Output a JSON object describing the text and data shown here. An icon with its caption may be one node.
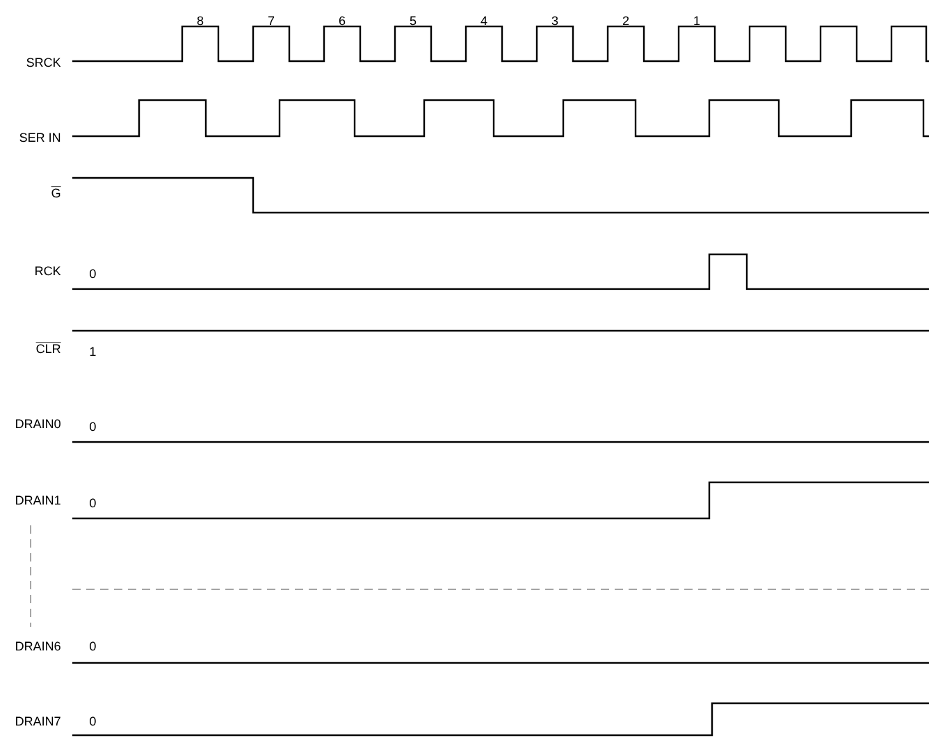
{
  "diagram": {
    "labels": [
      "8",
      "7",
      "6",
      "5",
      "4",
      "3",
      "2",
      "1",
      "SRCK",
      "SER IN",
      "G",
      "RCK",
      "0",
      "CLR",
      "1",
      "DRAIN0",
      "0",
      "DRAIN1",
      "0",
      "DRAIN6",
      "0",
      "DRAIN7",
      "0"
    ]
  }
}
